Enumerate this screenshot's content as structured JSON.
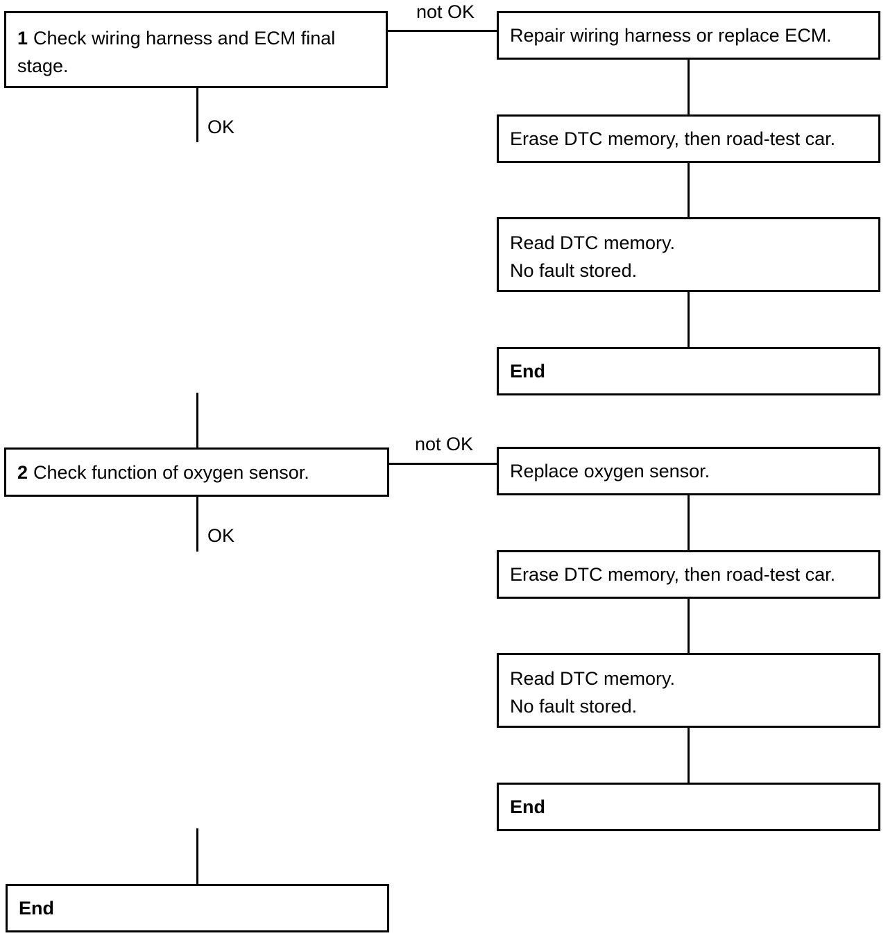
{
  "step1": {
    "number": "1",
    "line1": "Check wiring harness and ECM final",
    "line2": "stage.",
    "not_ok_label": "not OK",
    "ok_label": "OK",
    "repair": "Repair wiring harness or replace ECM.",
    "erase": "Erase DTC memory, then road-test car.",
    "read_line1": "Read DTC memory.",
    "read_line2": "No fault stored.",
    "end": "End"
  },
  "step2": {
    "number": "2",
    "text": "Check function of oxygen sensor.",
    "not_ok_label": "not OK",
    "ok_label": "OK",
    "replace": "Replace oxygen sensor.",
    "erase": "Erase DTC memory, then road-test car.",
    "read_line1": "Read DTC memory.",
    "read_line2": "No fault stored.",
    "end": "End"
  },
  "final_end": "End"
}
